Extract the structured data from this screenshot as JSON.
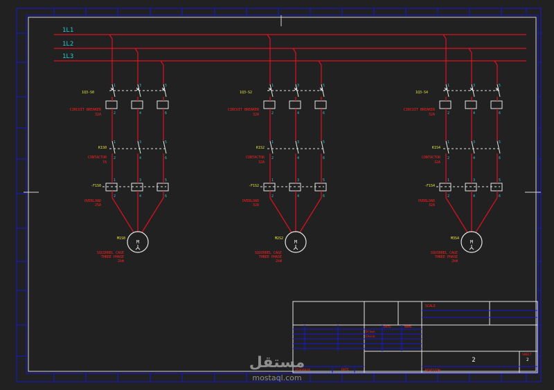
{
  "palette": {
    "background": "#212121",
    "frame": "#1818d8",
    "bus": "#e01020",
    "component": "#e8e8e8",
    "pin_label": "#27c9d6",
    "tag_label": "#e8e83a",
    "desc_label": "#ff2020",
    "watermark": "#a0a0a0"
  },
  "bus": {
    "lines": [
      "1L1",
      "1L2",
      "1L3"
    ]
  },
  "starters": [
    {
      "breaker_tag": "1Q3-S0",
      "breaker_desc": [
        "CIRCUIT BREAKER",
        "32A"
      ],
      "contactor_tag": "K1S0",
      "contactor_desc": [
        "CONTACTOR",
        "7A"
      ],
      "overload_tag": "-F1S0",
      "overload_desc": [
        "OVERLOAD",
        "25A"
      ],
      "motor_tag": "M1S0",
      "motor_symbol": "M",
      "motor_desc": [
        "SQUIRREL CAGE",
        "THREE PHASE",
        "2kW"
      ]
    },
    {
      "breaker_tag": "1Q3-S2",
      "breaker_desc": [
        "CIRCUIT BREAKER",
        "32A"
      ],
      "contactor_tag": "K1S2",
      "contactor_desc": [
        "CONTACTOR",
        "32A"
      ],
      "overload_tag": "-F1S2",
      "overload_desc": [
        "OVERLOAD",
        "32A"
      ],
      "motor_tag": "M2S2",
      "motor_symbol": "M",
      "motor_desc": [
        "SQUIRREL CAGE",
        "THREE PHASE",
        "2kW"
      ]
    },
    {
      "breaker_tag": "1Q3-S4",
      "breaker_desc": [
        "CIRCUIT BREAKER",
        "32A"
      ],
      "contactor_tag": "K1S4",
      "contactor_desc": [
        "CONTACTOR",
        "32A"
      ],
      "overload_tag": "-F1S4",
      "overload_desc": [
        "OVERLOAD",
        "32A"
      ],
      "motor_tag": "M3S4",
      "motor_symbol": "M",
      "motor_desc": [
        "SQUIRREL CAGE",
        "THREE PHASE",
        "2kW"
      ]
    }
  ],
  "pin_labels": {
    "breaker_top": [
      "1",
      "3",
      "5"
    ],
    "breaker_bottom": [
      "2",
      "4",
      "6"
    ],
    "contactor_top": [
      "1",
      "3",
      "5"
    ],
    "contactor_bottom": [
      "2",
      "4",
      "6"
    ],
    "overload_top": [
      "1",
      "3",
      "5"
    ],
    "overload_bottom": [
      "2",
      "4",
      "6"
    ]
  },
  "title_block": {
    "scale_label": "SCALE",
    "sheet_number": "2",
    "sheet_count_label": "SHEET",
    "sheet_count_value": "2",
    "date_label": "DATE",
    "name_label": "NAME",
    "drawn_label": "Drawn",
    "check_label": "Check",
    "standard_label": "Standard",
    "date_value": "DATE",
    "revision_label": "REVISION"
  },
  "watermark": {
    "brand": "مستقل",
    "domain": "mostaql.com"
  }
}
